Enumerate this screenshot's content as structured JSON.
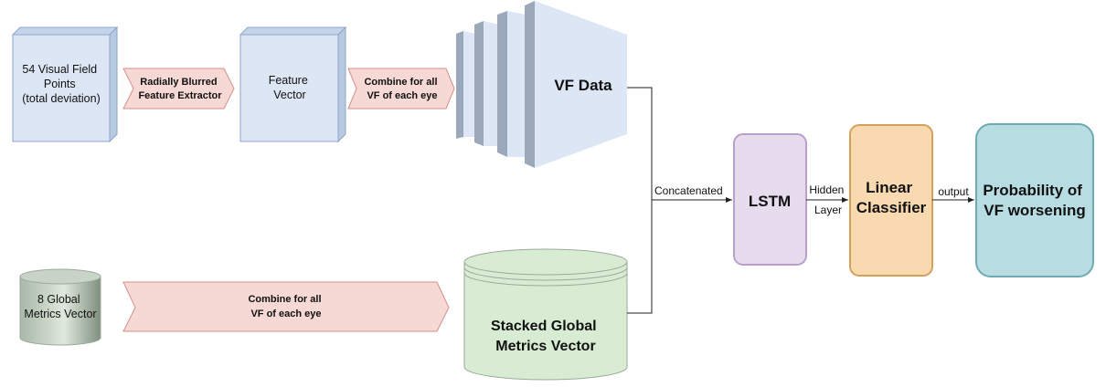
{
  "nodes": {
    "vf_points": {
      "lines": [
        "54 Visual Field",
        "Points",
        "(total deviation)"
      ]
    },
    "feature_extractor": {
      "lines": [
        "Radially Blurred",
        "Feature Extractor"
      ]
    },
    "feature_vector": {
      "lines": [
        "Feature",
        "Vector"
      ]
    },
    "combine_top": {
      "lines": [
        "Combine for all",
        "VF of each eye"
      ]
    },
    "vf_data": {
      "label": "VF Data"
    },
    "global_metrics": {
      "lines": [
        "8 Global",
        "Metrics Vector"
      ]
    },
    "combine_bottom": {
      "lines": [
        "Combine for all",
        "VF of each eye"
      ]
    },
    "stacked_global": {
      "lines": [
        "Stacked Global",
        "Metrics Vector"
      ]
    },
    "lstm": {
      "label": "LSTM"
    },
    "linear_classifier": {
      "lines": [
        "Linear",
        "Classifier"
      ]
    },
    "probability": {
      "lines": [
        "Probability of",
        "VF worsening"
      ]
    }
  },
  "edges": {
    "concatenated": "Concatenated",
    "hidden_layer": [
      "Hidden",
      "Layer"
    ],
    "output": "output"
  },
  "colors": {
    "blue_box": "#dae8fc",
    "blue_stroke": "#6c8ebf",
    "pink_arrow": "#f8cecc",
    "pink_stroke": "#b85450",
    "green_cyl": "#d5e8d4",
    "purple": "#e1d5e7",
    "orange": "#ffe6cc",
    "teal": "#b1ddf0"
  }
}
